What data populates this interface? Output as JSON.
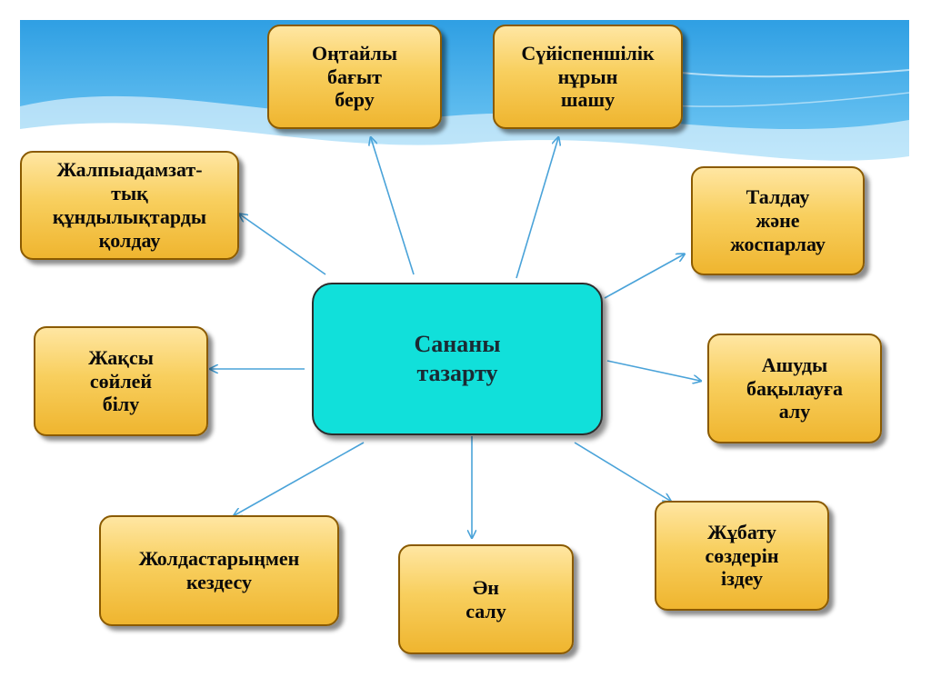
{
  "center": {
    "label": "Сананы\nтазарту"
  },
  "nodes": [
    {
      "id": "ontaily",
      "label": "Оңтайлы\nбағыт\nберу"
    },
    {
      "id": "suyispen",
      "label": "Сүйіспеншілік\nнұрын\nшашу"
    },
    {
      "id": "zhalpy",
      "label": "Жалпыадамзат-\nтық\nқұндылықтарды\nқолдау"
    },
    {
      "id": "taldau",
      "label": "Талдау\nжәне\nжоспарлау"
    },
    {
      "id": "zhaksy",
      "label": "Жақсы\nсөйлей\nбілу"
    },
    {
      "id": "ashudy",
      "label": "Ашуды\nбақылауға\nалу"
    },
    {
      "id": "zholdas",
      "label": "Жолдастарыңмен\nкездесу"
    },
    {
      "id": "en",
      "label": "Ән\nсалу"
    },
    {
      "id": "zhubatu",
      "label": "Жұбату\nсөздерін\nіздеу"
    }
  ],
  "colors": {
    "node_fill": "#f8cf5e",
    "center_fill": "#11e0da",
    "arrow": "#4aa3d9",
    "banner": "#4ab4ec"
  }
}
